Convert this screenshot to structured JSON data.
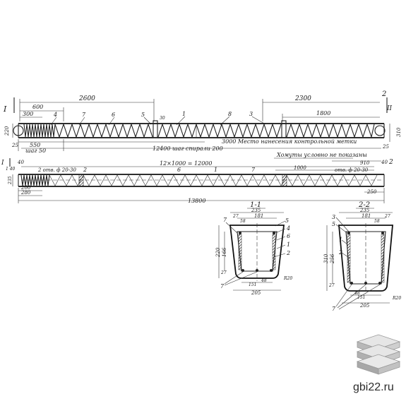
{
  "elevation1": {
    "sec1": "I",
    "sec2": "II",
    "sec_num2": "2",
    "d2600": "2600",
    "d600": "600",
    "d300": "300",
    "d2300": "2300",
    "d1800": "1800",
    "pos4": "4",
    "pos7": "7",
    "pos6": "6",
    "pos5": "5",
    "pos1": "1",
    "pos8": "8",
    "pos3": "3",
    "d220": "220",
    "d310": "310",
    "d25l": "25",
    "d25r": "25",
    "d550": "550",
    "step50": "шаг 50",
    "span": "12400 шаг спирали 200",
    "mark": "3000 Место нанесения контрольной метки",
    "note": "Хомуты условно не показаны",
    "small30": "30"
  },
  "elevation2": {
    "sec1": "I",
    "sec2": "2",
    "d40l": "40",
    "d40r": "40",
    "d1_40": "1 40",
    "formula": "12×1000 = 12000",
    "d910": "910",
    "d1000": "1000",
    "stepL": "2 отв. ф 20-30",
    "stepR": "отв. ф 20-30",
    "pos2": "2",
    "pos6": "6",
    "pos1": "1",
    "pos7": "7",
    "d235": "235",
    "d200": "200",
    "d280": "280",
    "d250": "250",
    "total": "13800"
  },
  "section11": {
    "title": "1-1",
    "d235": "235",
    "d181": "181",
    "d58": "58",
    "d220": "220",
    "d166": "166",
    "d27a": "27",
    "d27b": "27",
    "d151": "151",
    "d48": "48",
    "d205": "205",
    "r20": "R20",
    "p7a": "7",
    "p5": "5",
    "p4": "4",
    "p6": "6",
    "p1": "1",
    "p2": "2",
    "p7b": "7"
  },
  "section22": {
    "title": "2-2",
    "d235": "235",
    "d181": "181",
    "d58": "58",
    "d310": "310",
    "d256": "256",
    "d27a": "27",
    "d27b": "27",
    "d151": "151",
    "d48": "48",
    "d205": "205",
    "r20": "R20",
    "p3": "3",
    "p5": "5",
    "p1": "1",
    "p2": "2",
    "p7": "7"
  },
  "watermark": {
    "text": "gbi22.ru"
  }
}
